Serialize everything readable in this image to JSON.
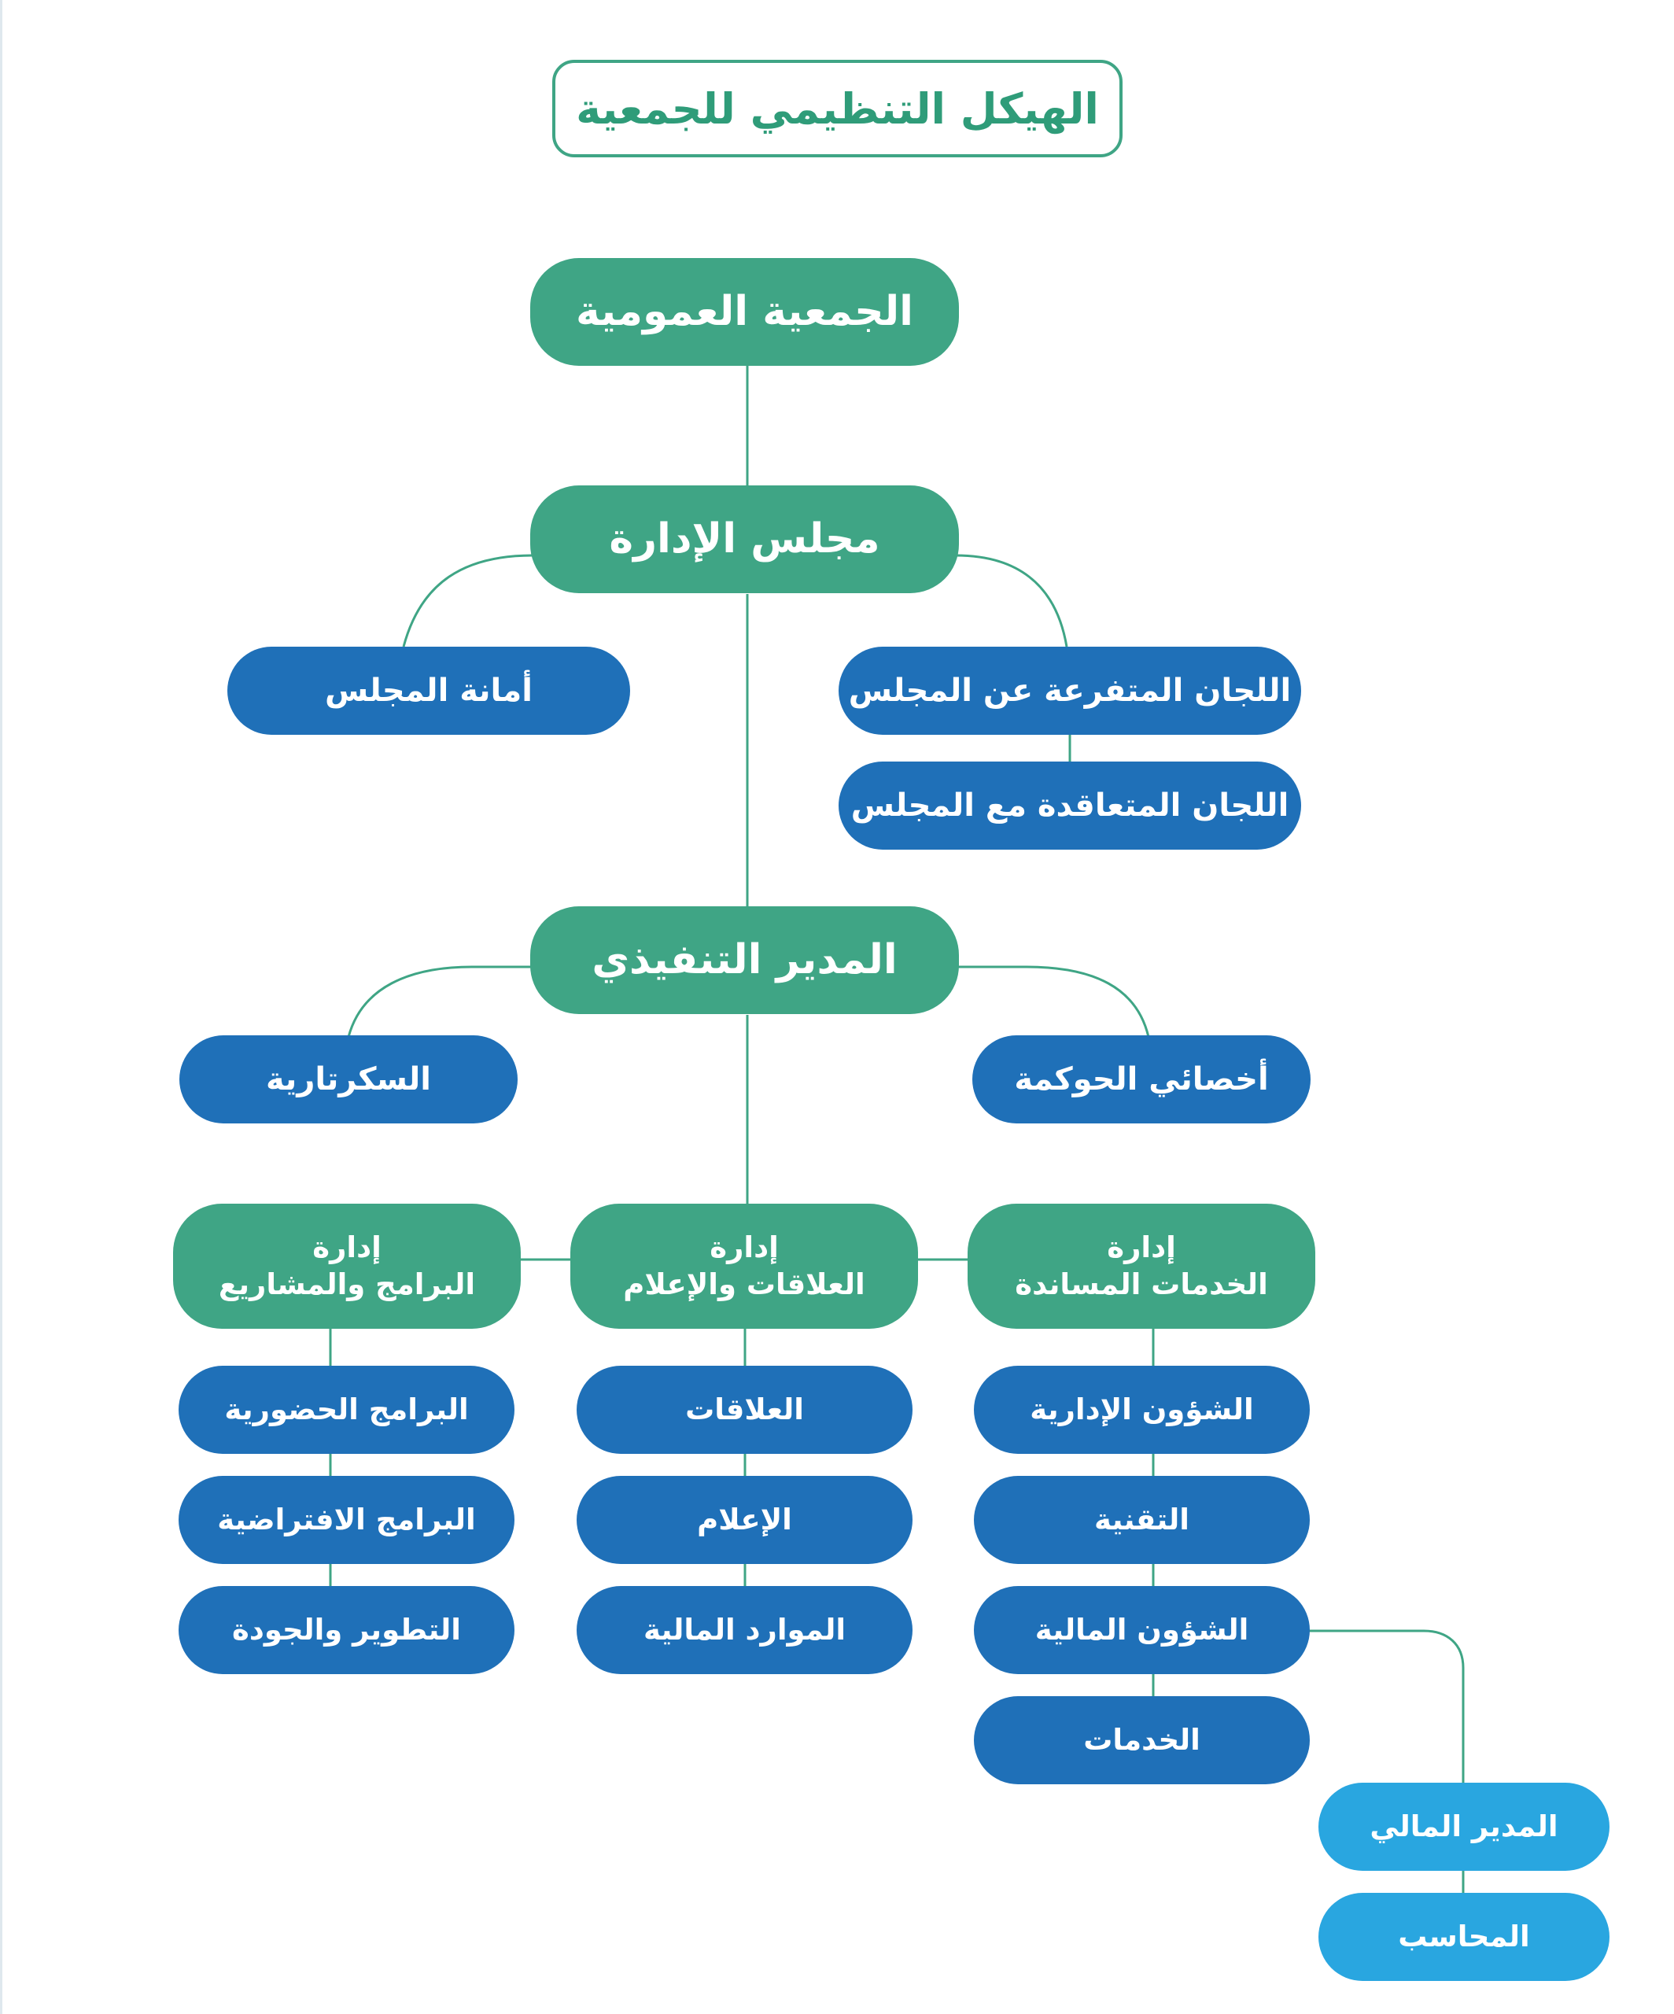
{
  "title": "الهيكل التنظيمي للجمعية",
  "colors": {
    "green": "#3fa585",
    "blue": "#1f70b8",
    "light_blue": "#29a6e0",
    "line": "#3fa585"
  },
  "nodes": {
    "general_assembly": "الجمعية العمومية",
    "board": "مجلس الإدارة",
    "board_secretariat": "أمانة المجلس",
    "board_committees": "اللجان المتفرعة عن المجلس",
    "contracted_committees": "اللجان المتعاقدة مع المجلس",
    "executive_director": "المدير التنفيذي",
    "secretariat": "السكرتارية",
    "governance_specialist": "أخصائي الحوكمة",
    "programs_department": {
      "line1": "إدارة",
      "line2": "البرامج والمشاريع"
    },
    "relations_department": {
      "line1": "إدارة",
      "line2": "العلاقات والإعلام"
    },
    "support_department": {
      "line1": "إدارة",
      "line2": "الخدمات المساندة"
    },
    "in_person_programs": "البرامج الحضورية",
    "virtual_programs": "البرامج الافتراضية",
    "development_quality": "التطوير والجودة",
    "relations": "العلاقات",
    "media": "الإعلام",
    "financial_resources": "الموارد المالية",
    "administrative_affairs": "الشؤون الإدارية",
    "technology": "التقنية",
    "financial_affairs": "الشؤون المالية",
    "services": "الخدمات",
    "financial_manager": "المدير المالي",
    "accountant": "المحاسب"
  }
}
